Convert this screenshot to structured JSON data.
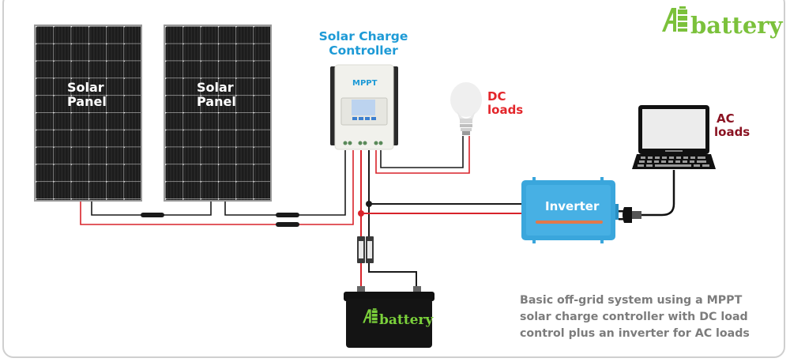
{
  "brand": {
    "logo_text": "battery",
    "logo_icon": "a-battery-bolt-icon",
    "color": "#7bc13b"
  },
  "components": {
    "solar_panel_1": {
      "line1": "Solar",
      "line2": "Panel"
    },
    "solar_panel_2": {
      "line1": "Solar",
      "line2": "Panel"
    },
    "charge_controller": {
      "title_line1": "Solar Charge",
      "title_line2": "Controller",
      "badge": "MPPT",
      "color": "#1d9ad6"
    },
    "dc_loads": {
      "line1": "DC",
      "line2": "loads",
      "color": "#e3262b",
      "icon": "light-bulb-icon"
    },
    "inverter": {
      "label": "Inverter",
      "color": "#3aa6dc"
    },
    "ac_loads": {
      "line1": "AC",
      "line2": "loads",
      "color": "#8a1322",
      "icon": "laptop-icon"
    },
    "battery": {
      "brand": "battery",
      "icon": "battery-icon"
    }
  },
  "wire_colors": {
    "positive": "#d8232a",
    "negative": "#1a1a1a"
  },
  "caption": {
    "line1": "Basic off-grid system using a MPPT",
    "line2": "solar charge controller with DC load",
    "line3": "control plus an inverter for AC loads",
    "color": "#7c7c7c"
  }
}
